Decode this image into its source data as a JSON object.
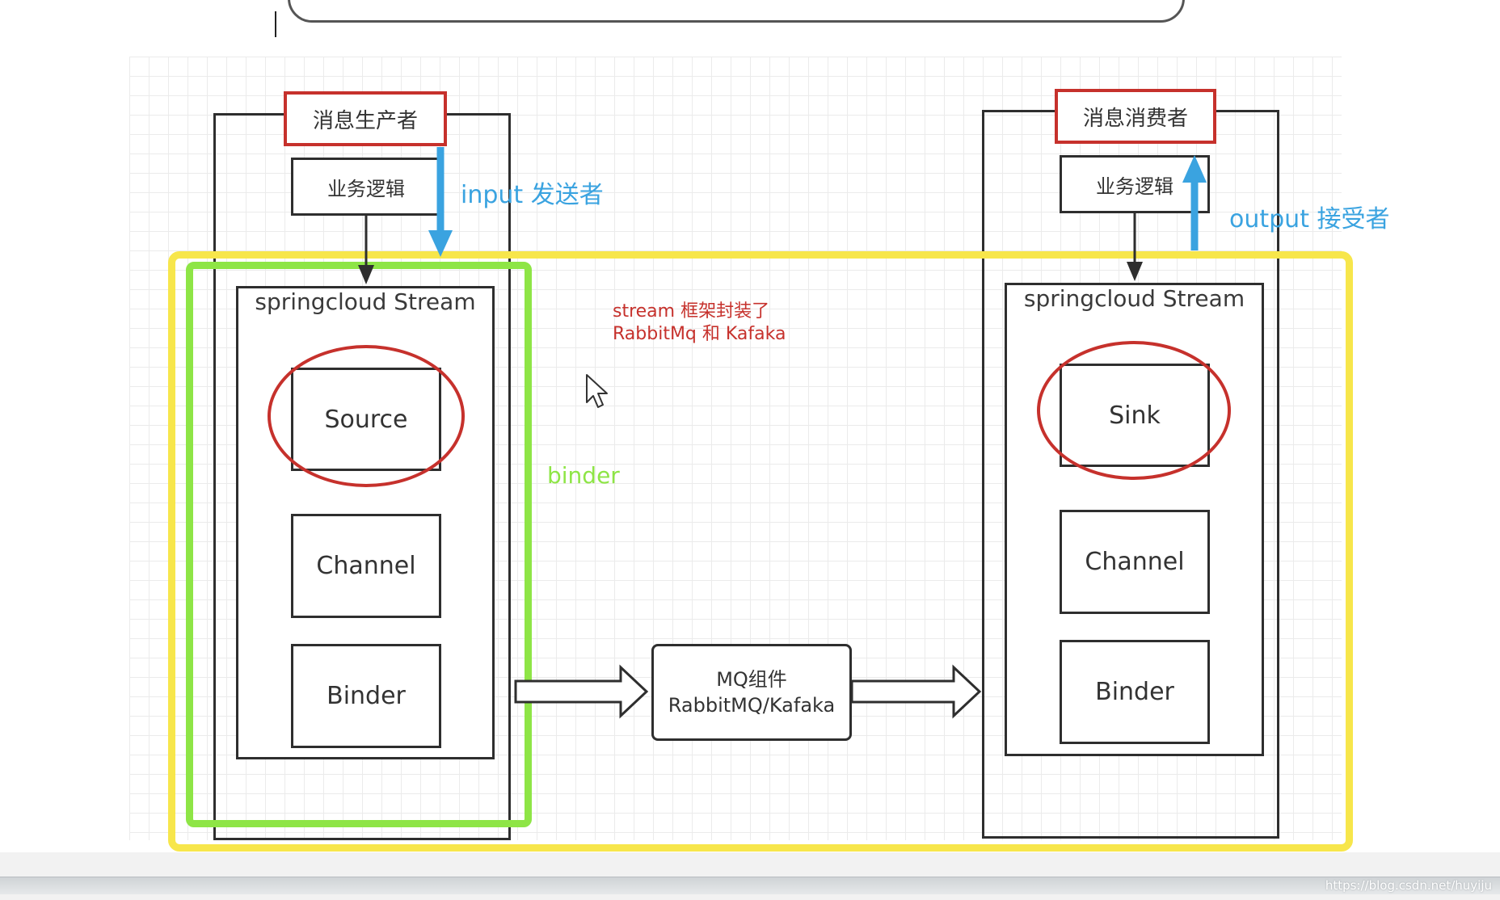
{
  "producer": {
    "title": "消息生产者",
    "business_logic": "业务逻辑",
    "stream_title": "springcloud Stream",
    "source": "Source",
    "channel": "Channel",
    "binder": "Binder"
  },
  "consumer": {
    "title": "消息消费者",
    "business_logic": "业务逻辑",
    "stream_title": "springcloud Stream",
    "sink": "Sink",
    "channel": "Channel",
    "binder": "Binder"
  },
  "mq": {
    "line1": "MQ组件",
    "line2": "RabbitMQ/Kafaka"
  },
  "annotations": {
    "input": "input 发送者",
    "output": "output 接受者",
    "note_line1": "stream 框架封装了",
    "note_line2": "RabbitMq 和 Kafaka",
    "binder": "binder"
  },
  "watermark": "https://blog.csdn.net/huyiju",
  "colors": {
    "red": "#c6312c",
    "yellow": "#f7e64b",
    "green": "#8ee546",
    "blue": "#3aa3e0"
  }
}
